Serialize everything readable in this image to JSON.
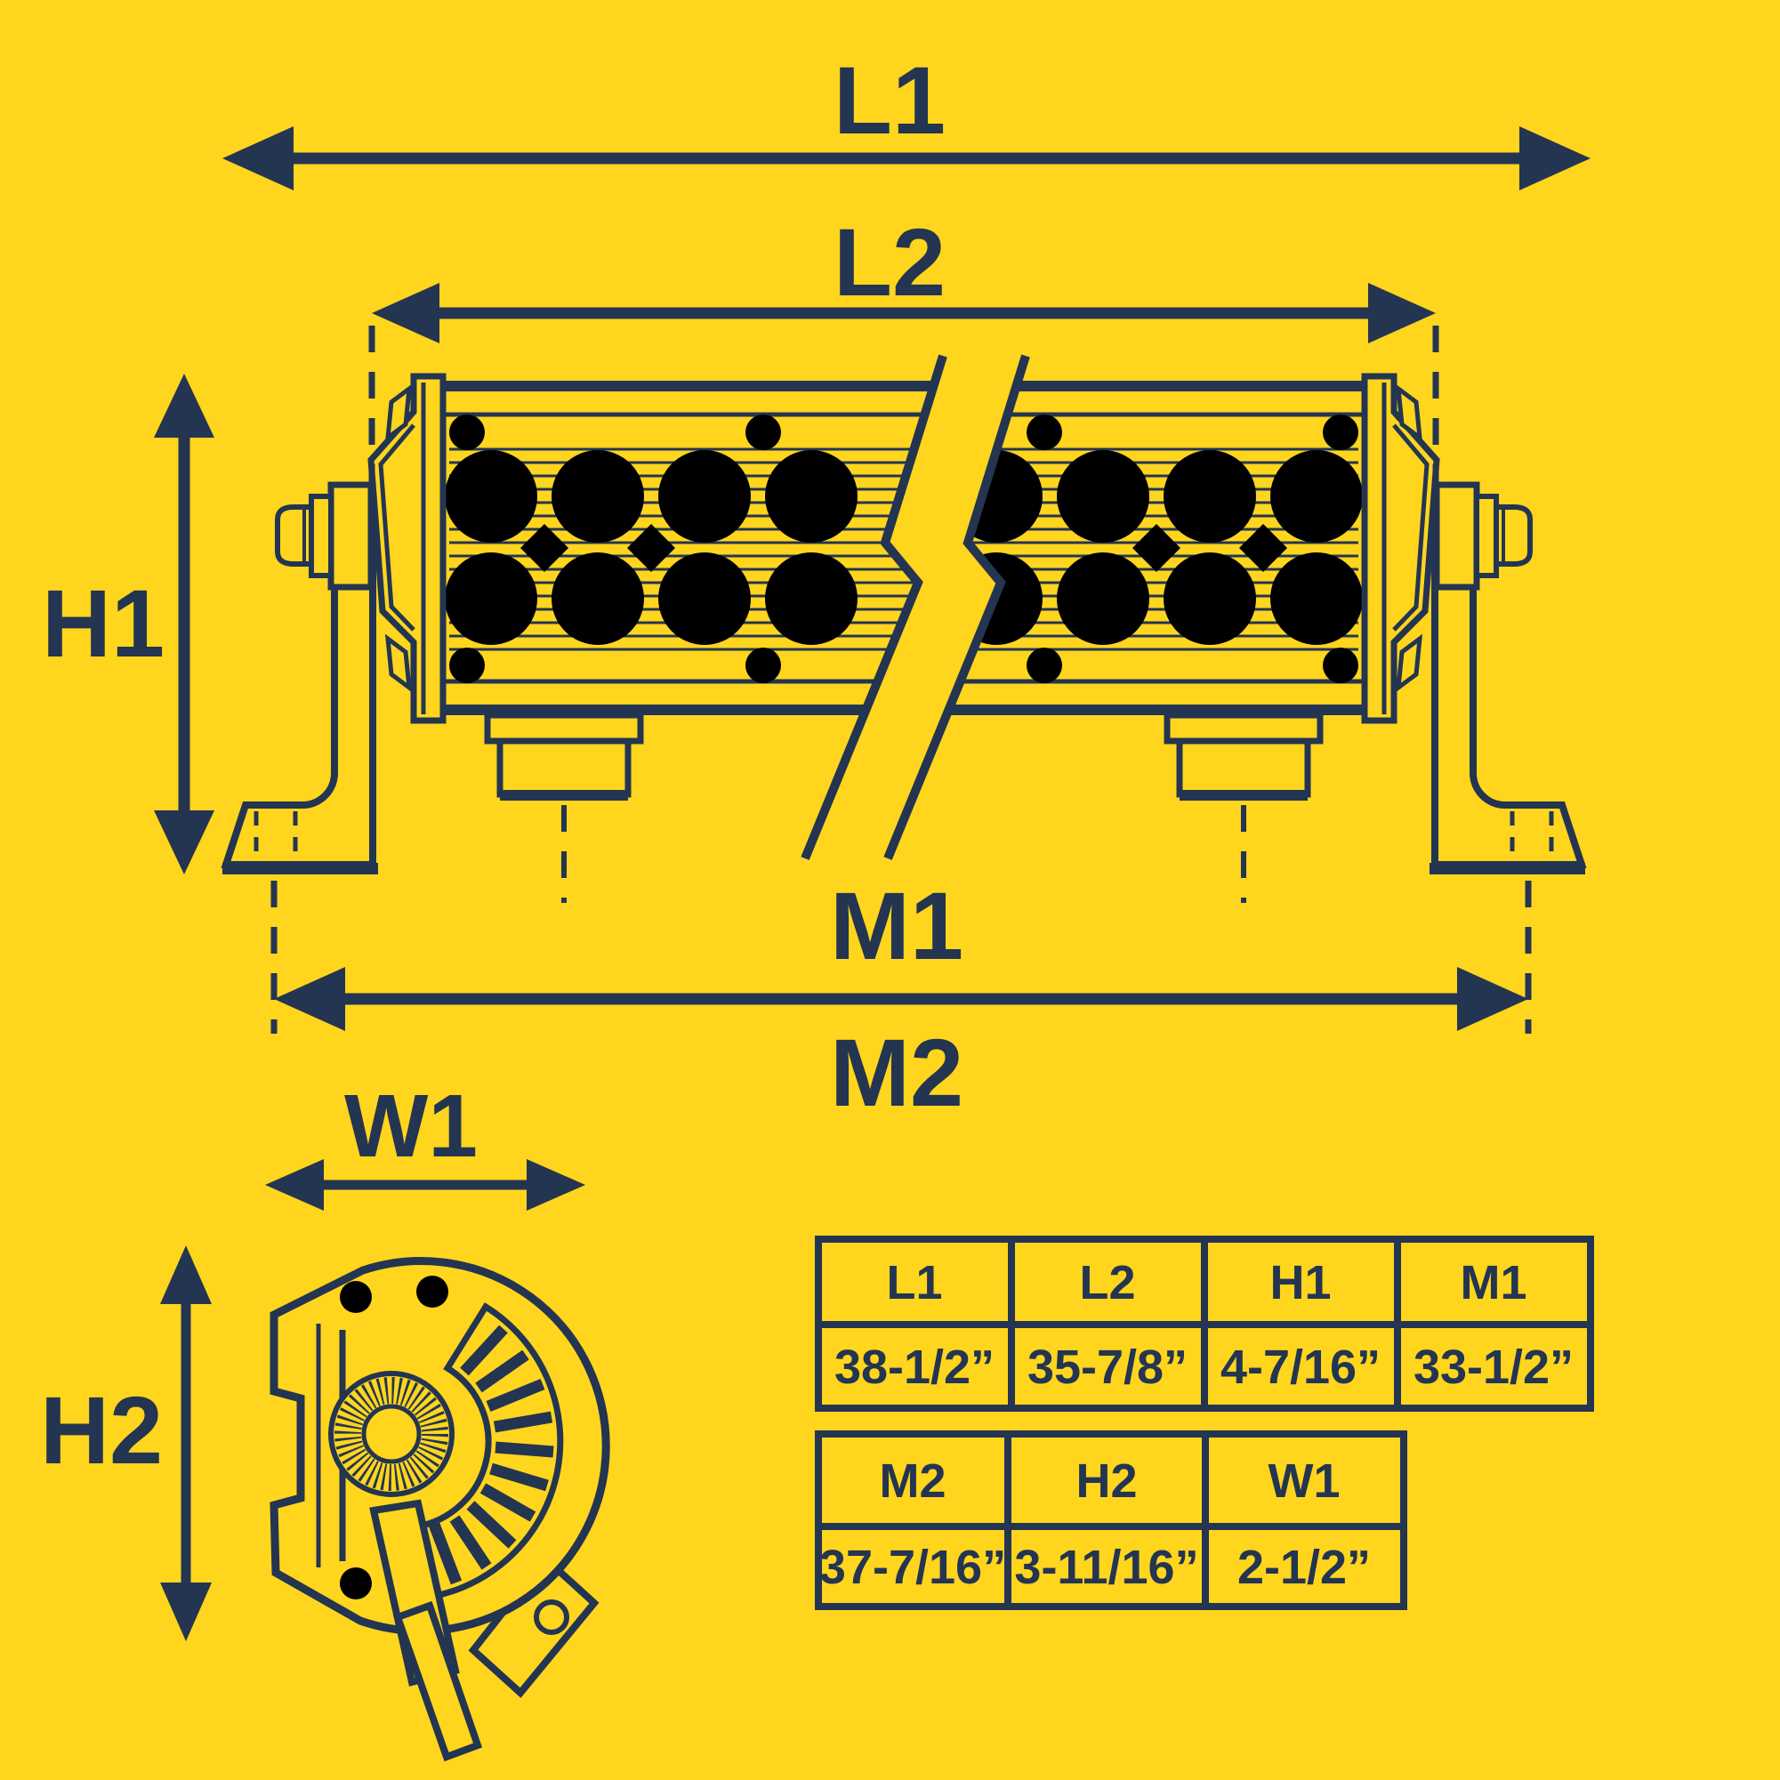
{
  "colors": {
    "background": "#FFD51E",
    "ink": "#233551"
  },
  "diagram": {
    "front_view": {
      "length_labels": {
        "l1": "L1",
        "l2": "L2"
      },
      "height_label": "H1",
      "mount_labels": {
        "m1": "M1",
        "m2": "M2"
      }
    },
    "side_view": {
      "width_label": "W1",
      "height_label": "H2"
    }
  },
  "dimension_tables": [
    {
      "columns": [
        {
          "label": "L1",
          "value": "38-1/2”"
        },
        {
          "label": "L2",
          "value": "35-7/8”"
        },
        {
          "label": "H1",
          "value": "4-7/16”"
        },
        {
          "label": "M1",
          "value": "33-1/2”"
        }
      ]
    },
    {
      "columns": [
        {
          "label": "M2",
          "value": "37-7/16”"
        },
        {
          "label": "H2",
          "value": "3-11/16”"
        },
        {
          "label": "W1",
          "value": "2-1/2”"
        }
      ]
    }
  ]
}
